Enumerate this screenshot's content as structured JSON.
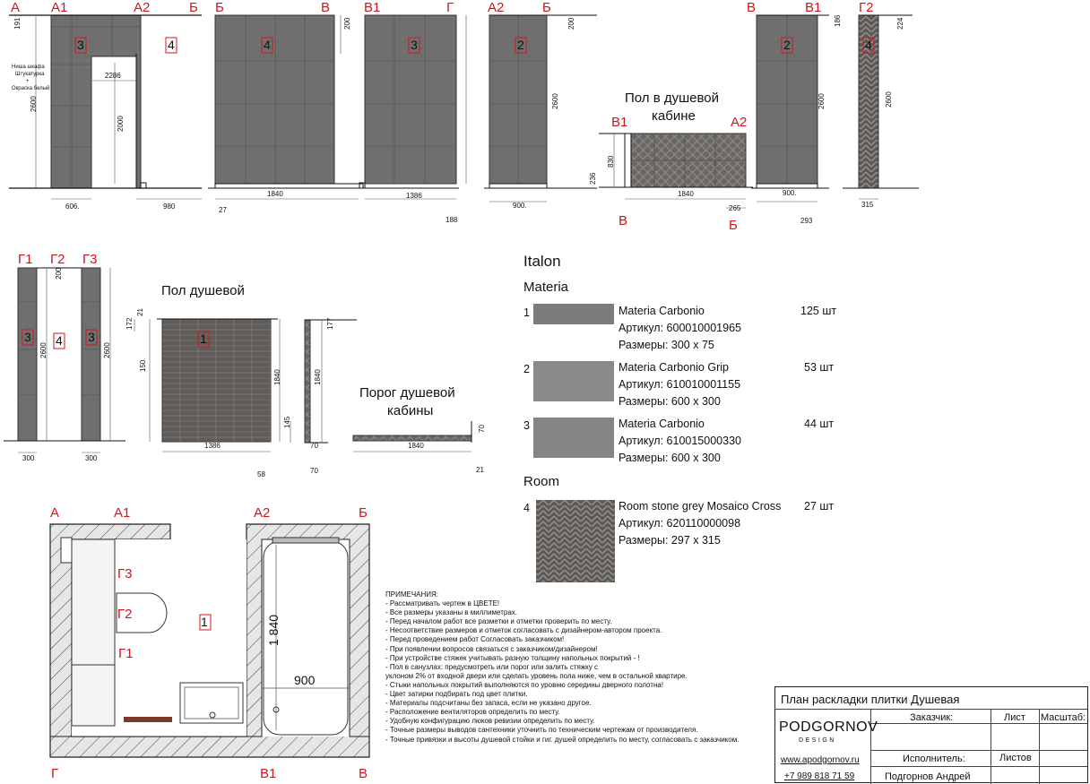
{
  "elevations": {
    "axis_labels": [
      "А",
      "А1",
      "А2",
      "Б",
      "Б",
      "В",
      "В1",
      "Г",
      "А2",
      "Б",
      "В",
      "В1",
      "Г2"
    ],
    "tile_tags": [
      "3",
      "4",
      "4",
      "3",
      "2",
      "2",
      "4"
    ],
    "dims": {
      "d191": "191",
      "d2600a": "2600",
      "d2286": "2286",
      "d2000": "2000",
      "d606": "606.",
      "d980": "980",
      "d1840a": "1840",
      "d27": "27",
      "d200a": "200",
      "d1386a": "1386",
      "d188": "188",
      "d200b": "200",
      "d2600b": "2600",
      "d900a": "900.",
      "d186": "186",
      "d2600c": "2600",
      "d900b": "900.",
      "d293": "293",
      "d224": "224",
      "d2600d": "2600",
      "d315": "315",
      "d830": "830",
      "d236": "236",
      "d1840b": "1840",
      "d265": "265"
    },
    "niche_note": [
      "Ниша шкафа",
      "Штукатурка",
      "+",
      "Окраска белый"
    ],
    "shower_floor_title": [
      "Пол в душевой",
      "кабине"
    ],
    "shower_floor_axes": [
      "В1",
      "А2",
      "В",
      "Б"
    ]
  },
  "lower": {
    "axis_labels": [
      "Г1",
      "Г2",
      "Г3"
    ],
    "tags": [
      "3",
      "4",
      "3",
      "1"
    ],
    "floor_title": "Пол душевой",
    "threshold_title": [
      "Порог душевой",
      "кабины"
    ],
    "dims": {
      "d200": "200",
      "d2600a": "2600",
      "d2600b": "2600",
      "d300a": "300",
      "d300b": "300",
      "d172": "172",
      "d21a": "21",
      "d150": "150",
      "d1840a": "1840",
      "d1386": "1386",
      "d58": "58",
      "d177": "177",
      "d1840b": "1840",
      "d145": "145",
      "d70a": "70",
      "d70b": "70",
      "d70c": "70",
      "d1840c": "1840",
      "d21b": "21"
    }
  },
  "plan": {
    "axis_labels": [
      "А",
      "А1",
      "А2",
      "Б",
      "Г",
      "В1",
      "В"
    ],
    "wall_labels": [
      "Г3",
      "Г2",
      "Г1"
    ],
    "tag": "1",
    "dim_1840": "1 840",
    "dim_900": "900"
  },
  "legend": {
    "brand": "Italon",
    "groups": [
      {
        "name": "Materia",
        "items": [
          {
            "num": "1",
            "name": "Materia Carbonio",
            "article": "Артикул: 600010001965",
            "size": "Размеры: 300 х 75",
            "qty": "125 шт"
          },
          {
            "num": "2",
            "name": "Materia Carbonio Grip",
            "article": "Артикул: 610010001155",
            "size": "Размеры: 600 х 300",
            "qty": "53 шт"
          },
          {
            "num": "3",
            "name": "Materia Carbonio",
            "article": "Артикул: 610015000330",
            "size": "Размеры: 600 х 300",
            "qty": "44 шт"
          }
        ]
      },
      {
        "name": "Room",
        "items": [
          {
            "num": "4",
            "name": "Room stone  grey Mosaico Cross",
            "article": "Артикул: 620110000098",
            "size": "Размеры: 297 х 315",
            "qty": "27 шт"
          }
        ]
      }
    ]
  },
  "notes": {
    "title": "ПРИМЕЧАНИЯ:",
    "lines": [
      "- Рассматривать чертеж в ЦВЕТЕ!",
      "- Все размеры указаны в миллиметрах.",
      "- Перед началом работ все разметки и отметки проверить по месту.",
      "- Несоответствие размеров и отметок согласовать с дизайнером-автором проекта.",
      "- Перед проведением работ Согласовать заказчиком!",
      "- При появлении вопросов связаться с заказчиком/дизайнером!",
      "- При устройстве стяжек учитывать разную толщину напольных покрытий - !",
      "- Пол в санузлах: предусмотреть или порог или залить стяжку с",
      "уклоном 2% от входной двери или сделать уровень пола ниже, чем в остальной квартире.",
      "- Стыки напольных покрытий выполняются по уровню середины дверного полотна!",
      "- Цвет затирки подбирать под цвет плитки.",
      "- Материалы подсчитаны без запаса, если не указано другое.",
      "- Расположение вентиляторов определить по месту.",
      "- Удобную конфигурацию люков ревизии определить по месту.",
      "- Точные размеры выводов сантехники уточнить по техническим чертежам от производителя.",
      "- Точные привязки и высоты душевой стойки и гиг. душей определить по месту, согласовать с заказчиком."
    ]
  },
  "title_block": {
    "title": "План раскладки плитки Душевая",
    "logo_main": "PODGORNOV",
    "logo_sub": "DESIGN",
    "site": "www.apodgornov.ru",
    "phone": "+7 989 818 71 59",
    "customer_label": "Заказчик:",
    "sheet_label": "Лист",
    "scale_label": "Масштаб:",
    "executor_label": "Исполнитель:",
    "sheets_label": "Листов",
    "executor_name": "Подгорнов  Андрей"
  }
}
